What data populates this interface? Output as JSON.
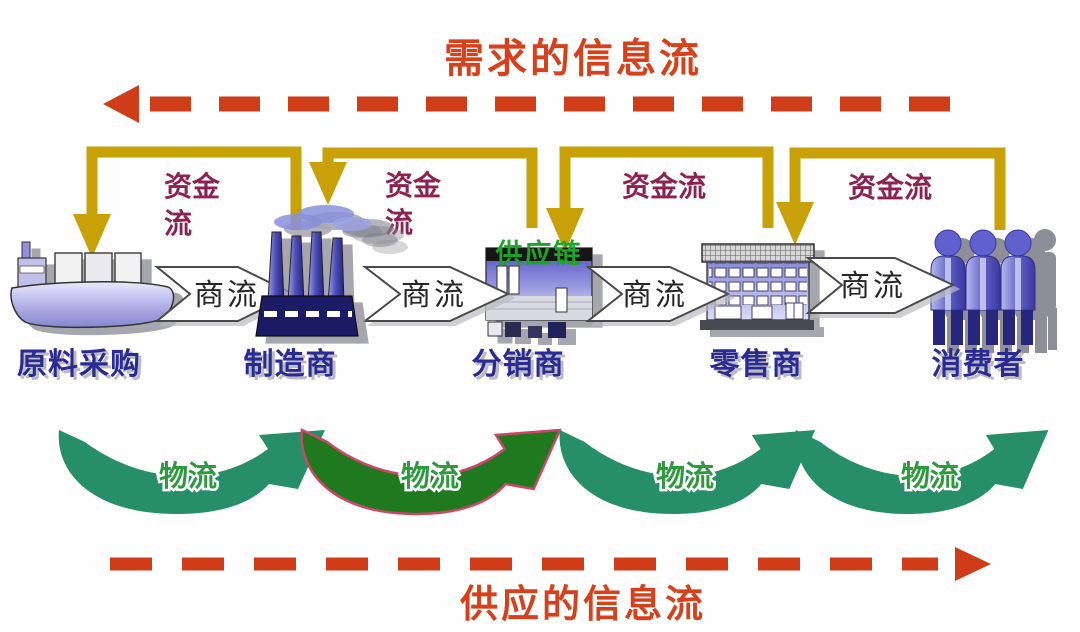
{
  "diagram": {
    "title_top": "需求的信息流",
    "title_bottom": "供应的信息流",
    "entities": [
      {
        "label": "原料采购",
        "icon": "cargo-ship"
      },
      {
        "label": "制造商",
        "icon": "factory"
      },
      {
        "label": "分销商",
        "icon": "warehouse",
        "overlay": "供应链"
      },
      {
        "label": "零售商",
        "icon": "retail-building"
      },
      {
        "label": "消费者",
        "icon": "people-group"
      }
    ],
    "capital_flow_labels": [
      {
        "line1": "资金",
        "line2": "流"
      },
      {
        "line1": "资金",
        "line2": "流"
      },
      {
        "line1": "资金流",
        "line2": ""
      },
      {
        "line1": "资金流",
        "line2": ""
      }
    ],
    "commerce_flow_label": "商流",
    "logistics_flow_label": "物流",
    "colors": {
      "title_red": "#d6411b",
      "dash_red": "#cf3c18",
      "gold": "#c8a008",
      "capital_label_maroon": "#8b2252",
      "entity_label_blue": "#2b2b94",
      "logistics_teal": "#268f69",
      "logistics_dark_green": "#1f7a1f",
      "logistics_outline_pink": "#d04565",
      "logistics_text_green": "#2e9a3e",
      "supply_chain_green": "#1fa32a"
    }
  }
}
